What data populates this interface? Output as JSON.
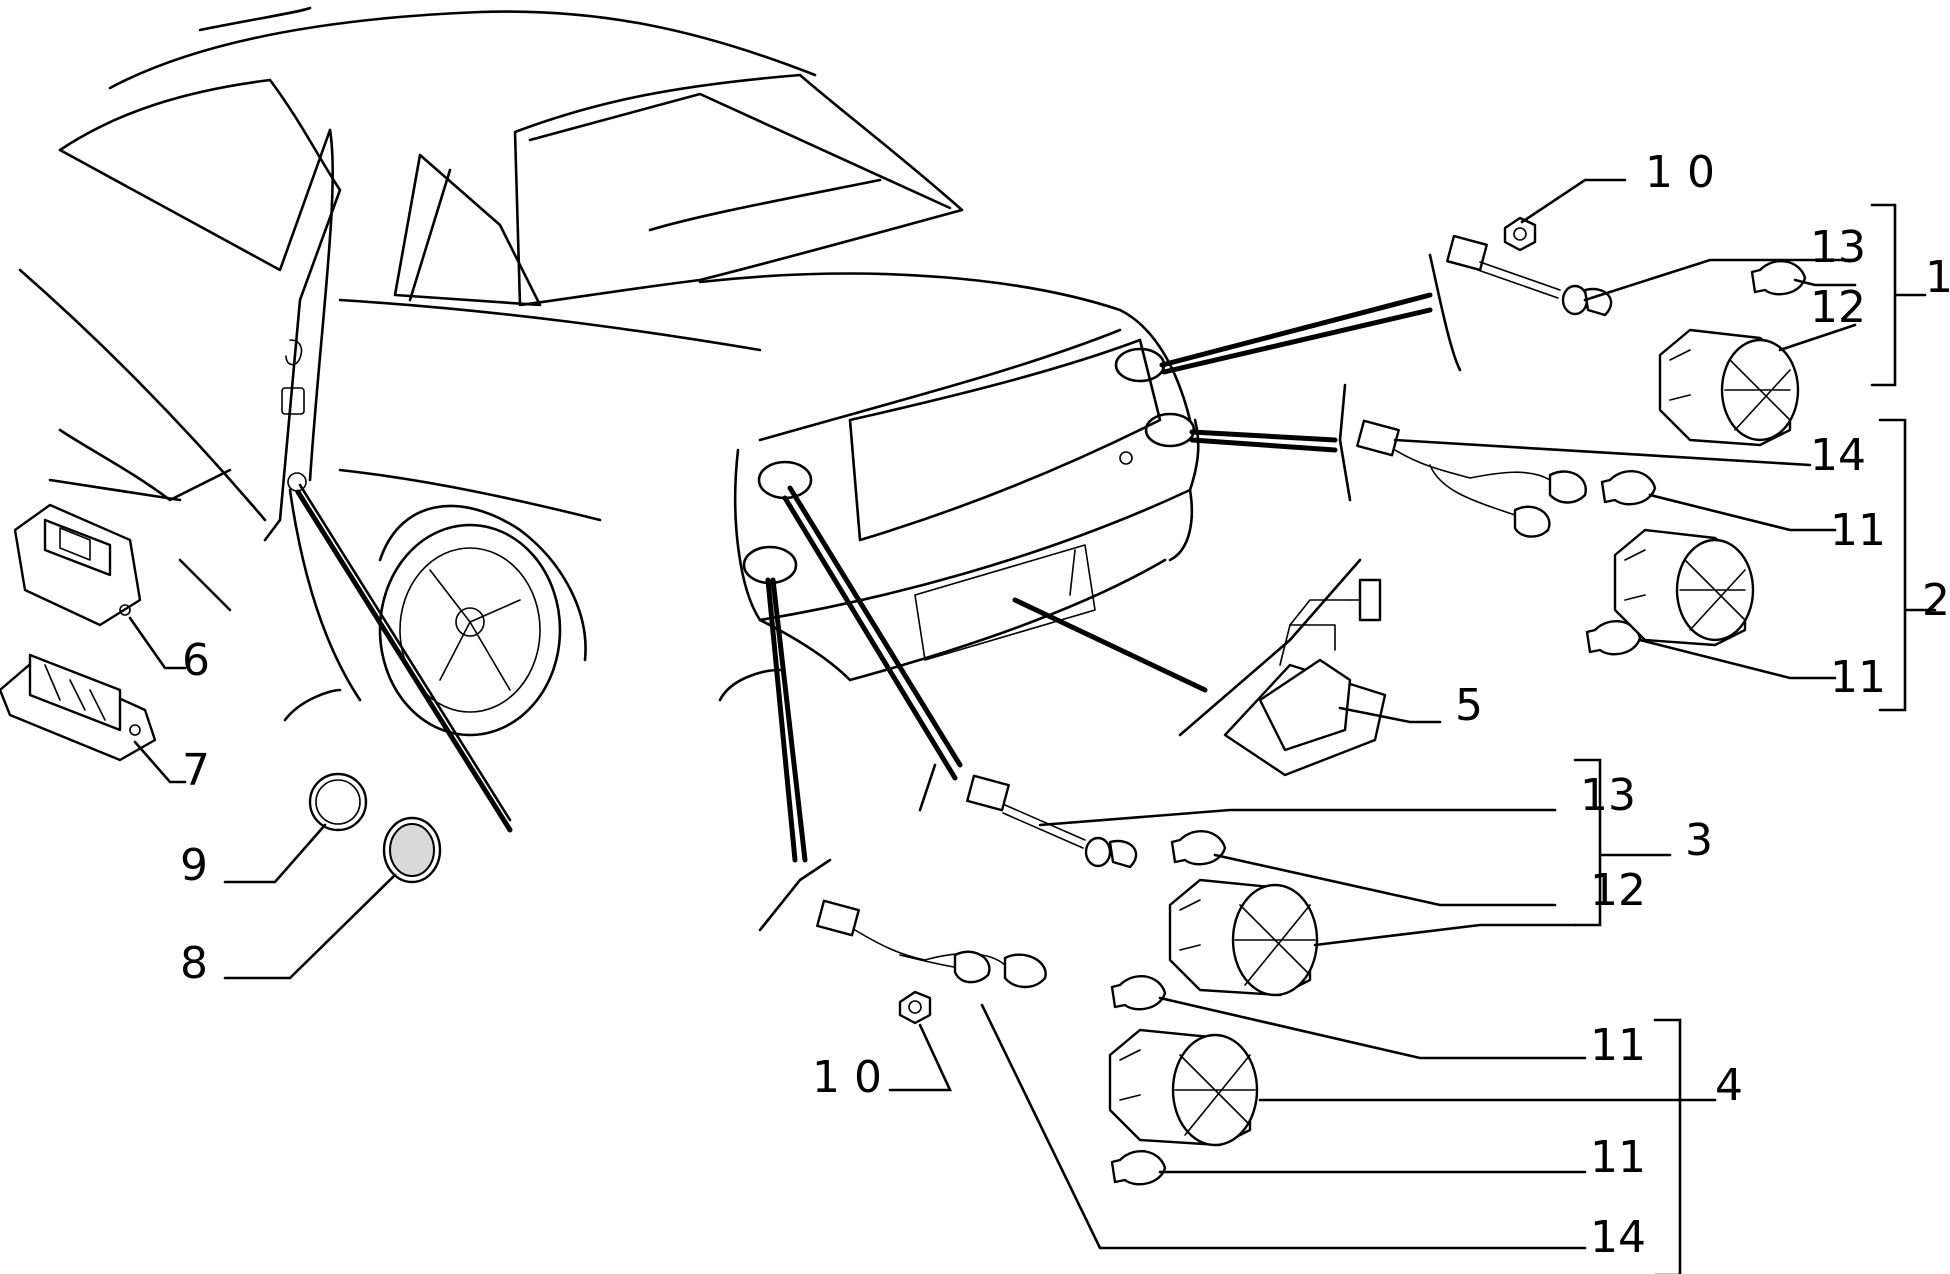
{
  "callouts": {
    "c1": "1",
    "c2": "2",
    "c3": "3",
    "c4": "4",
    "c5": "5",
    "c6": "6",
    "c7": "7",
    "c8": "8",
    "c9": "9",
    "c10_top": "1 0",
    "c10_bottom": "1 0",
    "c11_a": "11",
    "c11_b": "11",
    "c11_c": "11",
    "c11_d": "11",
    "c12_a": "12",
    "c12_b": "12",
    "c13_a": "13",
    "c13_b": "13",
    "c14_a": "14",
    "c14_b": "14"
  }
}
